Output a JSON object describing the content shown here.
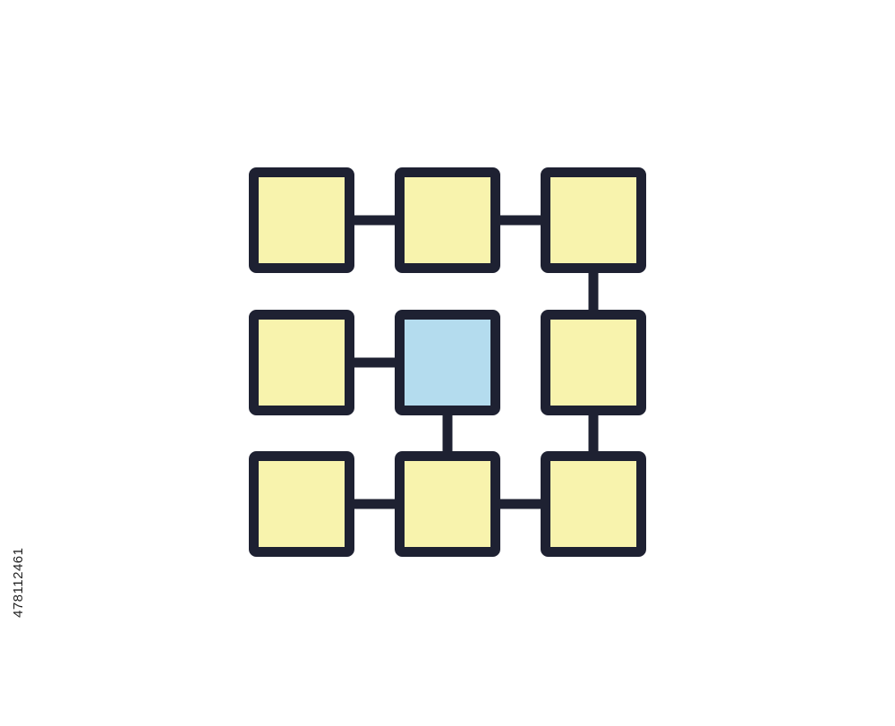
{
  "image": {
    "subject": "grid-network-icon",
    "side_identifier": "478112461",
    "colors": {
      "background": "#ffffff",
      "stroke": "#1e2132",
      "node_fill": "#f8f3ad",
      "highlight_fill": "#b4dcee"
    },
    "nodes": [
      {
        "name": "node-r1-c1",
        "highlighted": false
      },
      {
        "name": "node-r1-c2",
        "highlighted": false
      },
      {
        "name": "node-r1-c3",
        "highlighted": false
      },
      {
        "name": "node-r2-c1",
        "highlighted": false
      },
      {
        "name": "node-r2-c2",
        "highlighted": true
      },
      {
        "name": "node-r2-c3",
        "highlighted": false
      },
      {
        "name": "node-r3-c1",
        "highlighted": false
      },
      {
        "name": "node-r3-c2",
        "highlighted": false
      },
      {
        "name": "node-r3-c3",
        "highlighted": false
      }
    ],
    "connections": [
      [
        "node-r1-c1",
        "node-r1-c2"
      ],
      [
        "node-r1-c2",
        "node-r1-c3"
      ],
      [
        "node-r1-c3",
        "node-r2-c3"
      ],
      [
        "node-r2-c1",
        "node-r2-c2"
      ],
      [
        "node-r2-c2",
        "node-r3-c2"
      ],
      [
        "node-r2-c3",
        "node-r3-c3"
      ],
      [
        "node-r3-c1",
        "node-r3-c2"
      ],
      [
        "node-r3-c2",
        "node-r3-c3"
      ]
    ]
  }
}
